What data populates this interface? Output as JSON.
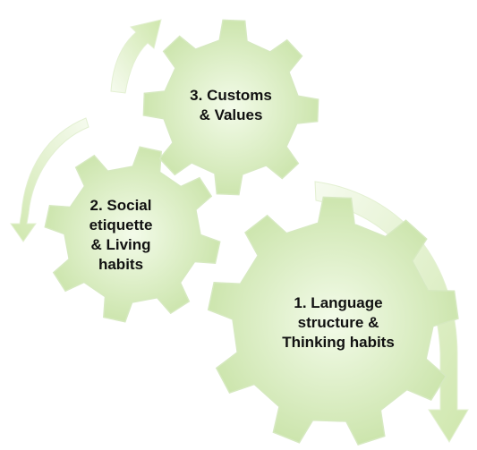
{
  "gears": [
    {
      "id": "gear-1",
      "label": "1. Language\nstructure &\nThinking habits",
      "teeth": 9
    },
    {
      "id": "gear-2",
      "label": "2. Social\netiquette\n& Living\nhabits",
      "teeth": 8
    },
    {
      "id": "gear-3",
      "label": "3. Customs\n& Values",
      "teeth": 8
    }
  ],
  "colors": {
    "gear_fill_light": "#f3fbe9",
    "gear_fill_dark": "#c9e3a8",
    "gear_edge": "#d5e8bd",
    "arrow_light": "#f6fbef",
    "arrow_dark": "#cfe7ad"
  },
  "icons": [
    "curved-arrow-right",
    "curved-arrow-left-middle",
    "curved-arrow-left-top"
  ]
}
